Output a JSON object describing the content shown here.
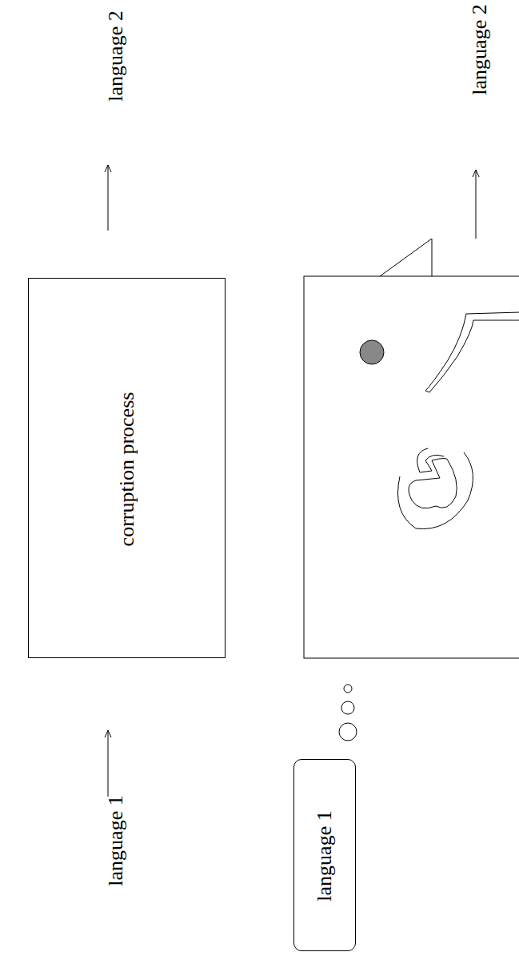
{
  "diagram": {
    "nodes": [
      {
        "text": [
          "corruption process"
        ]
      },
      {
        "text": [
          "language 1"
        ]
      }
    ],
    "labels": [
      "language 2",
      "language 1",
      "language 2"
    ]
  }
}
